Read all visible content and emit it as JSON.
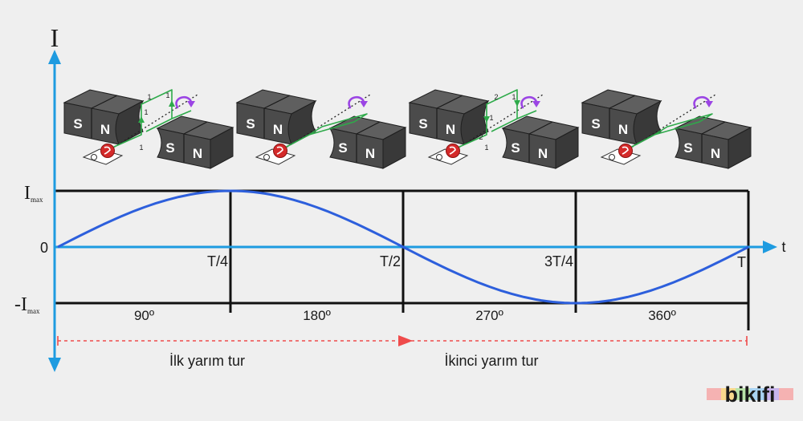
{
  "colors": {
    "background": "#efefef",
    "axis": "#1e9be0",
    "curve": "#2d5fdc",
    "grid": "#111111",
    "half_turn_line": "#ef4b4b",
    "magnet": "#4b4b4b",
    "coil": "#2eaa4a",
    "slip_ring": "#d42a2a",
    "rotation_arrow": "#9b45e4"
  },
  "chart_data": {
    "type": "line",
    "shape": "sine",
    "xlabel": "t",
    "ylabel": "I",
    "x": [
      0,
      0.25,
      0.5,
      0.75,
      1
    ],
    "y": [
      0,
      1,
      0,
      -1,
      0
    ],
    "x_ticks": [
      {
        "value": 0.25,
        "label": "T/4"
      },
      {
        "value": 0.5,
        "label": "T/2"
      },
      {
        "value": 0.75,
        "label": "3T/4"
      },
      {
        "value": 1,
        "label": "T"
      }
    ],
    "y_ticks": [
      {
        "value": 1,
        "label": "I",
        "sub": "max"
      },
      {
        "value": 0,
        "label": "0"
      },
      {
        "value": -1,
        "label": "-I",
        "sub": "max"
      }
    ],
    "grid": true
  },
  "angles": [
    "90º",
    "180º",
    "270º",
    "360º"
  ],
  "half_turns": [
    "İlk yarım tur",
    "İkinci yarım tur"
  ],
  "generators": [
    {
      "magnet_left": {
        "s": "S",
        "n": "N"
      },
      "magnet_right": {
        "s": "S",
        "n": "N"
      },
      "coil_orientation": "vertical",
      "coil_labels": [
        "1",
        "1",
        "1",
        "1"
      ]
    },
    {
      "magnet_left": {
        "s": "S",
        "n": "N"
      },
      "magnet_right": {
        "s": "S",
        "n": "N"
      },
      "coil_orientation": "horizontal",
      "coil_labels": []
    },
    {
      "magnet_left": {
        "s": "S",
        "n": "N"
      },
      "magnet_right": {
        "s": "S",
        "n": "N"
      },
      "coil_orientation": "vertical",
      "coil_labels": [
        "2",
        "1",
        "1",
        "2",
        "1"
      ]
    },
    {
      "magnet_left": {
        "s": "S",
        "n": "N"
      },
      "magnet_right": {
        "s": "S",
        "n": "N"
      },
      "coil_orientation": "horizontal",
      "coil_labels": []
    }
  ],
  "logo": {
    "text": "bikifi",
    "stripe_colors": [
      "#f5b2b2",
      "#f8d88c",
      "#b9e4a9",
      "#a8d3f3",
      "#c8b4ee",
      "#f5b2b2"
    ]
  }
}
